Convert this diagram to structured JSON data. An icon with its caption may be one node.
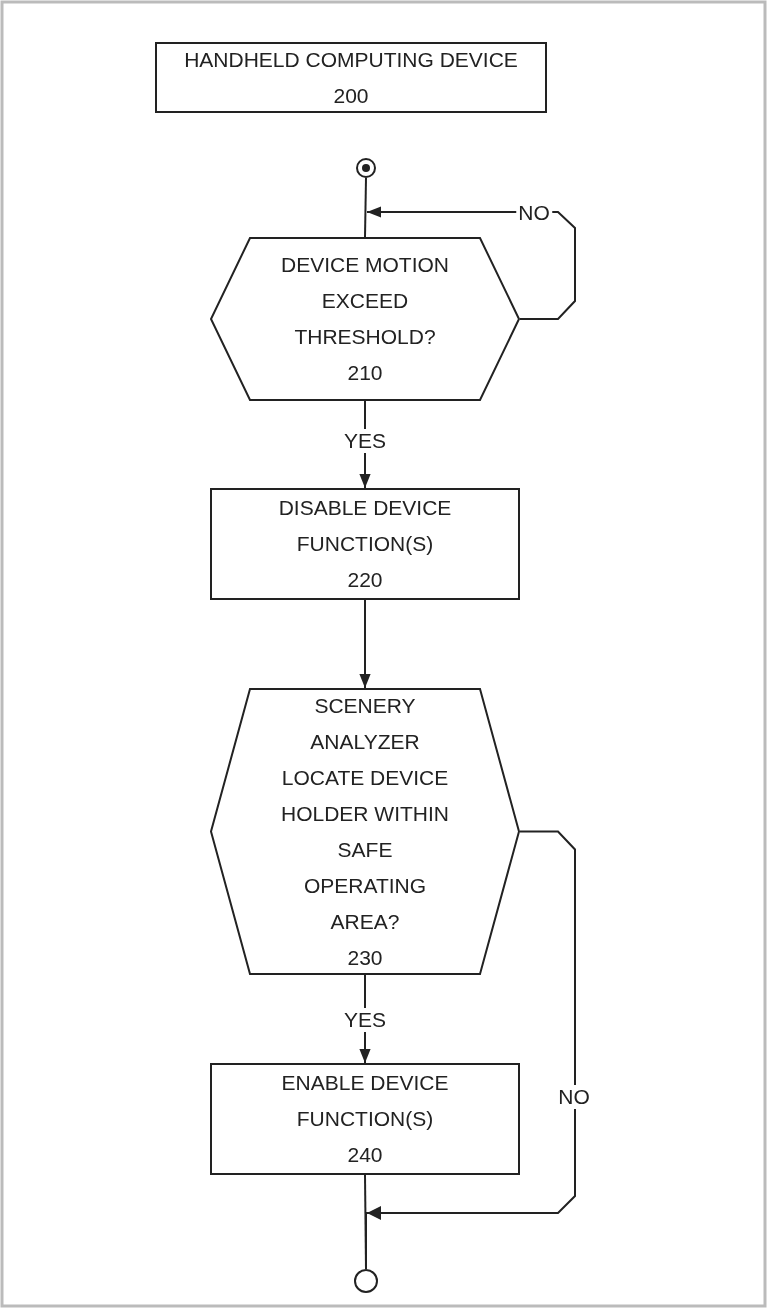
{
  "diagram": {
    "nodes": [
      {
        "text": [
          "HANDHELD COMPUTING DEVICE",
          "200"
        ]
      },
      {
        "text": [],
        "shape": "circle"
      },
      {
        "text": [
          "DEVICE MOTION EXCEED THRESHOLD?",
          "210"
        ]
      },
      {
        "text": [
          "DISABLE DEVICE FUNCTION(S)",
          "220"
        ]
      },
      {
        "text": [
          "SCENERY ANALYZER LOCATE DEVICE HOLDER WITHIN SAFE OPERATING AREA?",
          "230"
        ]
      },
      {
        "text": [
          "ENABLE DEVICE FUNCTION(S)",
          "240"
        ]
      },
      {
        "text": [],
        "shape": "circle"
      }
    ],
    "edges": [
      {
        "from": 1,
        "to": 2,
        "arrow": "none"
      },
      {
        "from": 2,
        "to": 2,
        "arrow": "to",
        "label": "NO"
      },
      {
        "from": 2,
        "to": 3,
        "arrow": "to",
        "label": "YES"
      },
      {
        "from": 3,
        "to": 4,
        "arrow": "to"
      },
      {
        "from": 4,
        "to": 5,
        "arrow": "to",
        "label": "YES"
      },
      {
        "from": 5,
        "to": 6,
        "arrow": "none"
      },
      {
        "from": 4,
        "to": 6,
        "arrow": "to",
        "label": "NO"
      }
    ]
  }
}
